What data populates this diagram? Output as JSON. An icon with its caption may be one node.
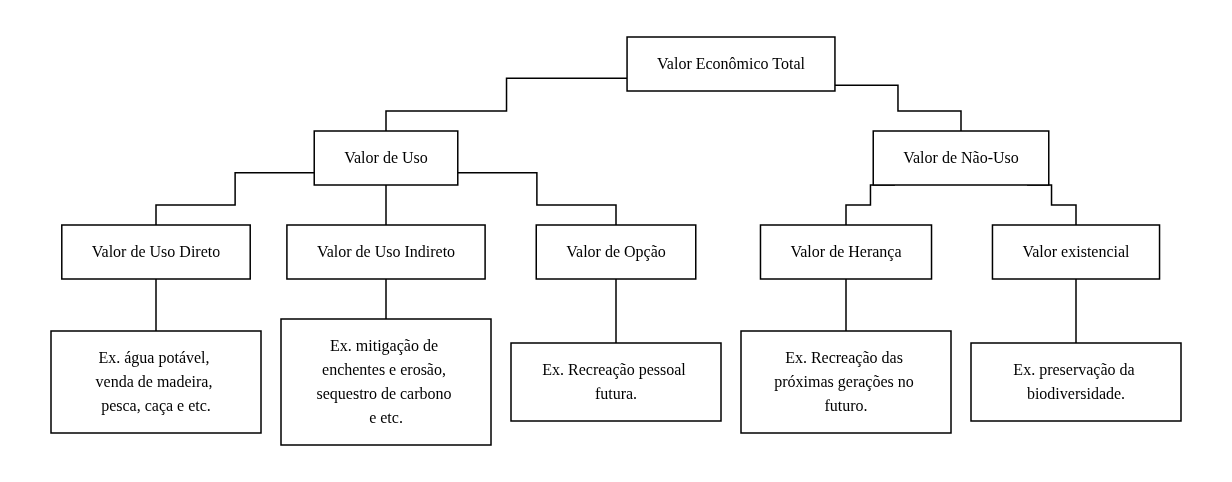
{
  "diagram": {
    "nodes": [
      {
        "text": [
          "Valor Econômico Total"
        ]
      },
      {
        "text": [
          "Valor de Uso"
        ]
      },
      {
        "text": [
          "Valor de Não-Uso"
        ]
      },
      {
        "text": [
          "Valor de Uso Direto"
        ]
      },
      {
        "text": [
          "Valor de Uso Indireto"
        ]
      },
      {
        "text": [
          "Valor de Opção"
        ]
      },
      {
        "text": [
          "Valor de Herança"
        ]
      },
      {
        "text": [
          "Valor existencial"
        ]
      },
      {
        "text": [
          "Ex. água potável, venda de madeira, pesca, caça e etc."
        ]
      },
      {
        "text": [
          "Ex. mitigação de enchentes e erosão, sequestro de carbono e etc."
        ]
      },
      {
        "text": [
          "Ex. Recreação pessoal futura."
        ]
      },
      {
        "text": [
          "Ex. Recreação das próximas gerações no futuro."
        ]
      },
      {
        "text": [
          "Ex. preservação da biodiversidade."
        ]
      }
    ],
    "edges": [
      {
        "from": 0,
        "to": 1,
        "arrow": "none"
      },
      {
        "from": 0,
        "to": 2,
        "arrow": "none"
      },
      {
        "from": 1,
        "to": 3,
        "arrow": "none"
      },
      {
        "from": 1,
        "to": 4,
        "arrow": "none"
      },
      {
        "from": 1,
        "to": 5,
        "arrow": "none"
      },
      {
        "from": 2,
        "to": 6,
        "arrow": "none"
      },
      {
        "from": 2,
        "to": 7,
        "arrow": "none"
      },
      {
        "from": 3,
        "to": 8,
        "arrow": "none"
      },
      {
        "from": 4,
        "to": 9,
        "arrow": "none"
      },
      {
        "from": 5,
        "to": 10,
        "arrow": "none"
      },
      {
        "from": 6,
        "to": 11,
        "arrow": "none"
      },
      {
        "from": 7,
        "to": 12,
        "arrow": "none"
      }
    ]
  }
}
